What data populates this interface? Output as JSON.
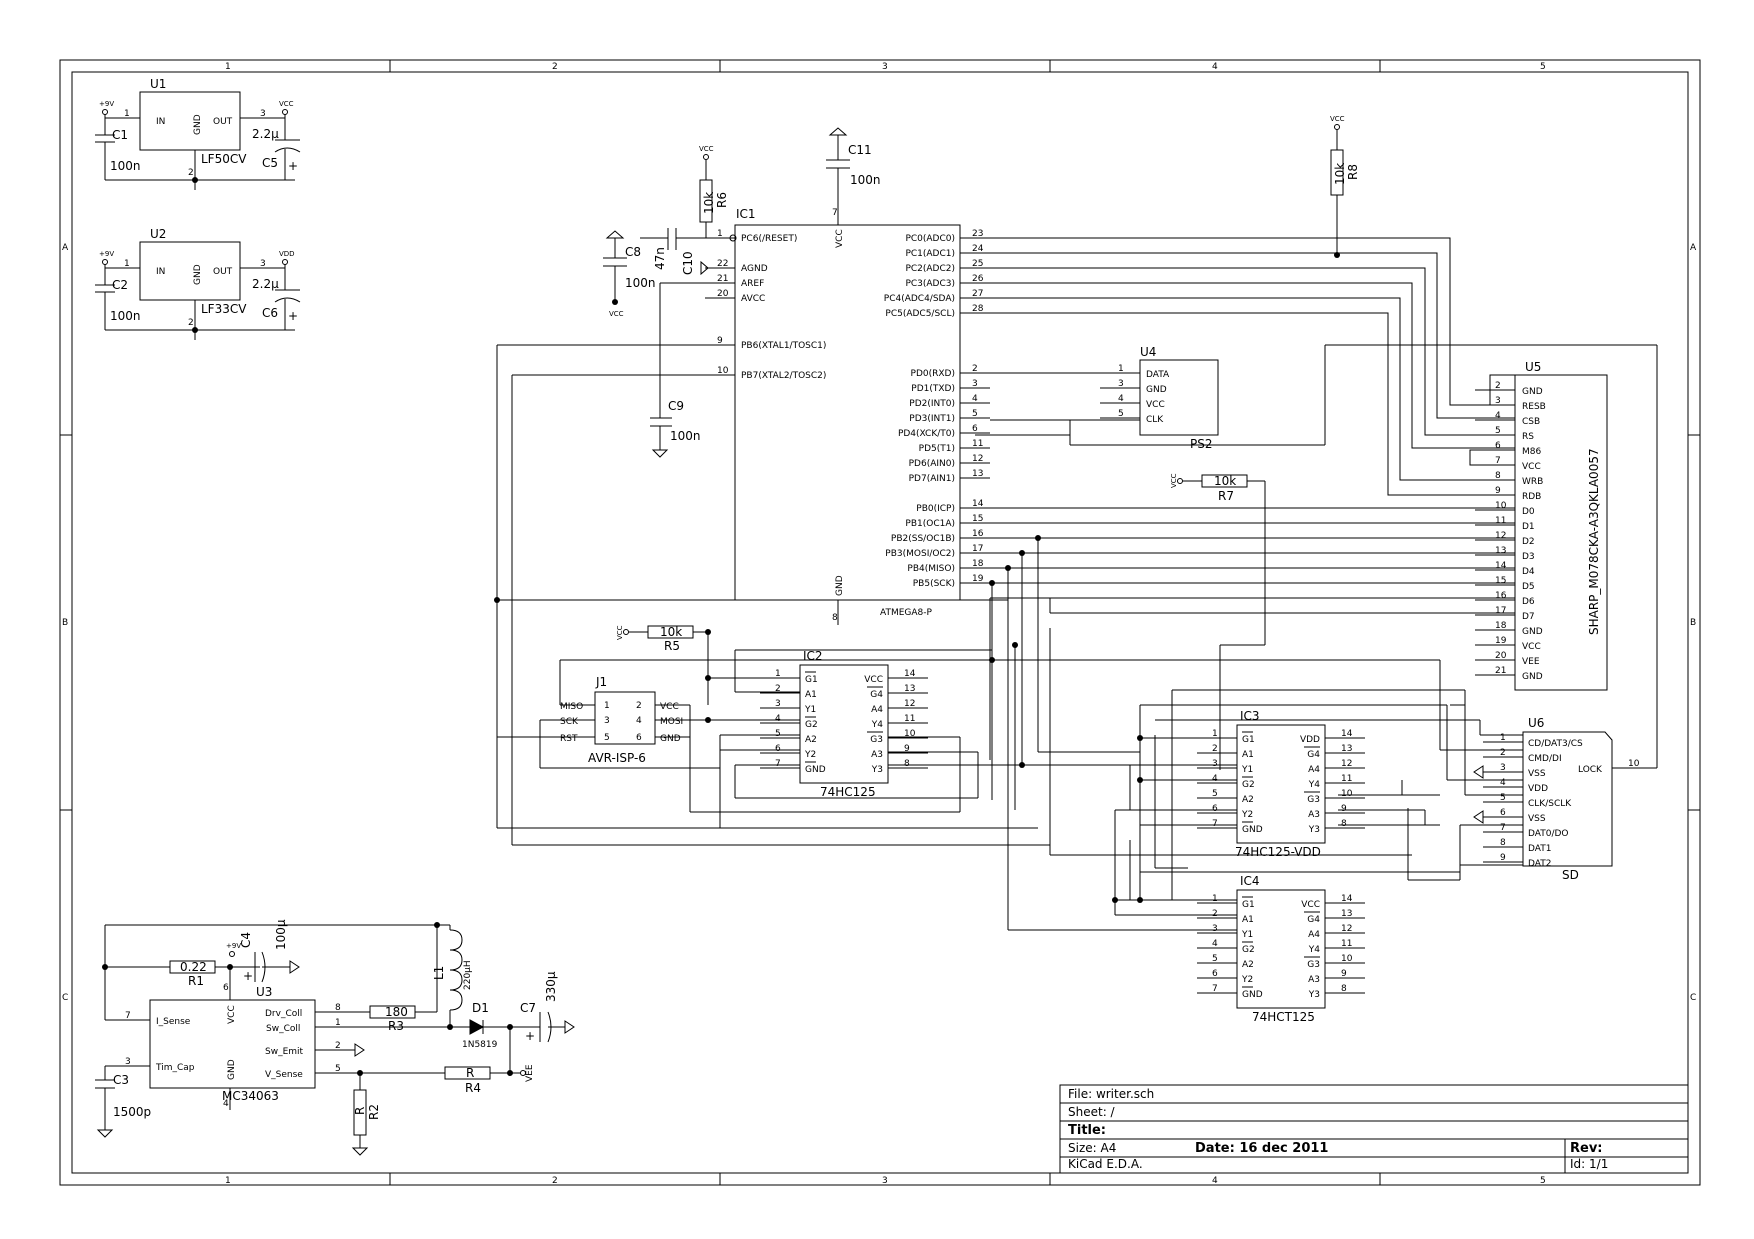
{
  "border": {
    "cols": [
      "1",
      "2",
      "3",
      "4",
      "5"
    ],
    "rows": [
      "A",
      "B",
      "C"
    ]
  },
  "title_block": {
    "file": "File: writer.sch",
    "sheet": "Sheet: /",
    "title": "Title:",
    "size": "Size: A4",
    "date": "Date: 16 dec 2011",
    "rev": "Rev:",
    "tool": "KiCad E.D.A.",
    "id": "Id: 1/1"
  },
  "components": {
    "U1": {
      "ref": "U1",
      "value": "LF50CV",
      "in": "IN",
      "gnd": "GND",
      "out": "OUT",
      "p_in": "1",
      "p_gnd": "2",
      "p_out": "3",
      "net_in": "+9V",
      "net_out": "VCC"
    },
    "U2": {
      "ref": "U2",
      "value": "LF33CV",
      "in": "IN",
      "gnd": "GND",
      "out": "OUT",
      "p_in": "1",
      "p_gnd": "2",
      "p_out": "3",
      "net_in": "+9V",
      "net_out": "VDD"
    },
    "C1": {
      "ref": "C1",
      "value": "100n"
    },
    "C2": {
      "ref": "C2",
      "value": "100n"
    },
    "C5": {
      "ref": "C5",
      "value": "2.2µ"
    },
    "C6": {
      "ref": "C6",
      "value": "2.2µ"
    },
    "C8": {
      "ref": "C8",
      "value": "100n"
    },
    "C9": {
      "ref": "C9",
      "value": "100n"
    },
    "C10": {
      "ref": "C10",
      "value": "47n"
    },
    "C11": {
      "ref": "C11",
      "value": "100n"
    },
    "R6": {
      "ref": "R6",
      "value": "10k",
      "net": "VCC"
    },
    "R8": {
      "ref": "R8",
      "value": "10k",
      "net": "VCC"
    },
    "R7": {
      "ref": "R7",
      "value": "10k",
      "net": "VCC"
    },
    "R5": {
      "ref": "R5",
      "value": "10k",
      "net": "VCC"
    },
    "IC1": {
      "ref": "IC1",
      "value": "ATMEGA8-P",
      "vcc": "VCC",
      "gnd": "GND",
      "p_vcc": "7",
      "p_gnd": "8",
      "left": [
        {
          "pin": "1",
          "name": "PC6(/RESET)"
        },
        {
          "pin": "22",
          "name": "AGND"
        },
        {
          "pin": "21",
          "name": "AREF"
        },
        {
          "pin": "20",
          "name": "AVCC"
        },
        {
          "pin": "9",
          "name": "PB6(XTAL1/TOSC1)"
        },
        {
          "pin": "10",
          "name": "PB7(XTAL2/TOSC2)"
        }
      ],
      "right": [
        {
          "pin": "23",
          "name": "PC0(ADC0)"
        },
        {
          "pin": "24",
          "name": "PC1(ADC1)"
        },
        {
          "pin": "25",
          "name": "PC2(ADC2)"
        },
        {
          "pin": "26",
          "name": "PC3(ADC3)"
        },
        {
          "pin": "27",
          "name": "PC4(ADC4/SDA)"
        },
        {
          "pin": "28",
          "name": "PC5(ADC5/SCL)"
        },
        {
          "pin": "2",
          "name": "PD0(RXD)"
        },
        {
          "pin": "3",
          "name": "PD1(TXD)"
        },
        {
          "pin": "4",
          "name": "PD2(INT0)"
        },
        {
          "pin": "5",
          "name": "PD3(INT1)"
        },
        {
          "pin": "6",
          "name": "PD4(XCK/T0)"
        },
        {
          "pin": "11",
          "name": "PD5(T1)"
        },
        {
          "pin": "12",
          "name": "PD6(AIN0)"
        },
        {
          "pin": "13",
          "name": "PD7(AIN1)"
        },
        {
          "pin": "14",
          "name": "PB0(ICP)"
        },
        {
          "pin": "15",
          "name": "PB1(OC1A)"
        },
        {
          "pin": "16",
          "name": "PB2(SS/OC1B)"
        },
        {
          "pin": "17",
          "name": "PB3(MOSI/OC2)"
        },
        {
          "pin": "18",
          "name": "PB4(MISO)"
        },
        {
          "pin": "19",
          "name": "PB5(SCK)"
        }
      ]
    },
    "U4": {
      "ref": "U4",
      "value": "PS2",
      "pins": [
        {
          "pin": "1",
          "name": "DATA"
        },
        {
          "pin": "3",
          "name": "GND"
        },
        {
          "pin": "4",
          "name": "VCC"
        },
        {
          "pin": "5",
          "name": "CLK"
        }
      ]
    },
    "U5": {
      "ref": "U5",
      "value": "SHARP_M078CKA-A3QKLA0057",
      "pins": [
        {
          "pin": "2",
          "name": "GND"
        },
        {
          "pin": "3",
          "name": "RESB"
        },
        {
          "pin": "4",
          "name": "CSB"
        },
        {
          "pin": "5",
          "name": "RS"
        },
        {
          "pin": "6",
          "name": "M86"
        },
        {
          "pin": "7",
          "name": "VCC"
        },
        {
          "pin": "8",
          "name": "WRB"
        },
        {
          "pin": "9",
          "name": "RDB"
        },
        {
          "pin": "10",
          "name": "D0"
        },
        {
          "pin": "11",
          "name": "D1"
        },
        {
          "pin": "12",
          "name": "D2"
        },
        {
          "pin": "13",
          "name": "D3"
        },
        {
          "pin": "14",
          "name": "D4"
        },
        {
          "pin": "15",
          "name": "D5"
        },
        {
          "pin": "16",
          "name": "D6"
        },
        {
          "pin": "17",
          "name": "D7"
        },
        {
          "pin": "18",
          "name": "GND"
        },
        {
          "pin": "19",
          "name": "VCC"
        },
        {
          "pin": "20",
          "name": "VEE"
        },
        {
          "pin": "21",
          "name": "GND"
        }
      ]
    },
    "J1": {
      "ref": "J1",
      "value": "AVR-ISP-6",
      "lnames": [
        "MISO",
        "SCK",
        "RST"
      ],
      "lpins": [
        "1",
        "3",
        "5"
      ],
      "rpins": [
        "2",
        "4",
        "6"
      ],
      "rnames": [
        "VCC",
        "MOSI",
        "GND"
      ]
    },
    "IC2": {
      "ref": "IC2",
      "value": "74HC125",
      "left": [
        {
          "pin": "1",
          "name": "G1"
        },
        {
          "pin": "2",
          "name": "A1"
        },
        {
          "pin": "3",
          "name": "Y1"
        },
        {
          "pin": "4",
          "name": "G2"
        },
        {
          "pin": "5",
          "name": "A2"
        },
        {
          "pin": "6",
          "name": "Y2"
        },
        {
          "pin": "7",
          "name": "GND"
        }
      ],
      "right": [
        {
          "pin": "14",
          "name": "VCC"
        },
        {
          "pin": "13",
          "name": "G4"
        },
        {
          "pin": "12",
          "name": "A4"
        },
        {
          "pin": "11",
          "name": "Y4"
        },
        {
          "pin": "10",
          "name": "G3"
        },
        {
          "pin": "9",
          "name": "A3"
        },
        {
          "pin": "8",
          "name": "Y3"
        }
      ]
    },
    "IC3": {
      "ref": "IC3",
      "value": "74HC125-VDD",
      "left": [
        {
          "pin": "1",
          "name": "G1"
        },
        {
          "pin": "2",
          "name": "A1"
        },
        {
          "pin": "3",
          "name": "Y1"
        },
        {
          "pin": "4",
          "name": "G2"
        },
        {
          "pin": "5",
          "name": "A2"
        },
        {
          "pin": "6",
          "name": "Y2"
        },
        {
          "pin": "7",
          "name": "GND"
        }
      ],
      "right": [
        {
          "pin": "14",
          "name": "VDD"
        },
        {
          "pin": "13",
          "name": "G4"
        },
        {
          "pin": "12",
          "name": "A4"
        },
        {
          "pin": "11",
          "name": "Y4"
        },
        {
          "pin": "10",
          "name": "G3"
        },
        {
          "pin": "9",
          "name": "A3"
        },
        {
          "pin": "8",
          "name": "Y3"
        }
      ]
    },
    "IC4": {
      "ref": "IC4",
      "value": "74HCT125",
      "left": [
        {
          "pin": "1",
          "name": "G1"
        },
        {
          "pin": "2",
          "name": "A1"
        },
        {
          "pin": "3",
          "name": "Y1"
        },
        {
          "pin": "4",
          "name": "G2"
        },
        {
          "pin": "5",
          "name": "A2"
        },
        {
          "pin": "6",
          "name": "Y2"
        },
        {
          "pin": "7",
          "name": "GND"
        }
      ],
      "right": [
        {
          "pin": "14",
          "name": "VCC"
        },
        {
          "pin": "13",
          "name": "G4"
        },
        {
          "pin": "12",
          "name": "A4"
        },
        {
          "pin": "11",
          "name": "Y4"
        },
        {
          "pin": "10",
          "name": "G3"
        },
        {
          "pin": "9",
          "name": "A3"
        },
        {
          "pin": "8",
          "name": "Y3"
        }
      ]
    },
    "U6": {
      "ref": "U6",
      "value": "SD",
      "pins": [
        {
          "pin": "1",
          "name": "CD/DAT3/CS"
        },
        {
          "pin": "2",
          "name": "CMD/DI"
        },
        {
          "pin": "3",
          "name": "VSS"
        },
        {
          "pin": "4",
          "name": "VDD"
        },
        {
          "pin": "5",
          "name": "CLK/SCLK"
        },
        {
          "pin": "6",
          "name": "VSS"
        },
        {
          "pin": "7",
          "name": "DAT0/DO"
        },
        {
          "pin": "8",
          "name": "DAT1"
        },
        {
          "pin": "9",
          "name": "DAT2"
        }
      ],
      "lock": "LOCK",
      "lock_pin": "10"
    },
    "U3": {
      "ref": "U3",
      "value": "MC34063",
      "pins": {
        "isense": "I_Sense",
        "timcap": "Tim_Cap",
        "vcc": "VCC",
        "gnd": "GND",
        "drv": "Drv_Coll",
        "swc": "Sw_Coll",
        "swe": "Sw_Emit",
        "vs": "V_Sense"
      },
      "nums": {
        "isense": "7",
        "timcap": "3",
        "vcc": "6",
        "gnd": "4",
        "drv": "8",
        "swc": "1",
        "swe": "2",
        "vs": "5"
      }
    },
    "R1": {
      "ref": "R1",
      "value": "0.22"
    },
    "R3": {
      "ref": "R3",
      "value": "180"
    },
    "R4": {
      "ref": "R4",
      "value": "R"
    },
    "R2": {
      "ref": "R2",
      "value": "R"
    },
    "C3": {
      "ref": "C3",
      "value": "1500p"
    },
    "C4": {
      "ref": "C4",
      "value": "100µ",
      "net": "+9V"
    },
    "C7": {
      "ref": "C7",
      "value": "330µ"
    },
    "L1": {
      "ref": "L1",
      "value": "220µH"
    },
    "D1": {
      "ref": "D1",
      "value": "1N5819"
    },
    "VEE": {
      "net": "VEE"
    }
  }
}
